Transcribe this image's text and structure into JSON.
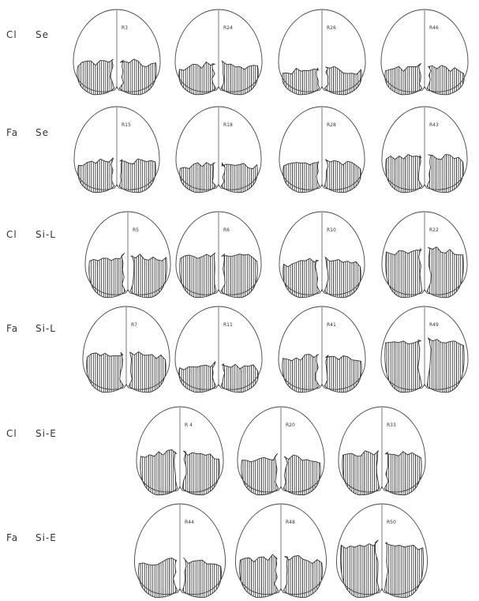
{
  "rows": [
    {
      "group": "Cl",
      "condition": "Se",
      "brains": [
        {
          "id": "R3",
          "lesion": 0.42
        },
        {
          "id": "R24",
          "lesion": 0.38
        },
        {
          "id": "R26",
          "lesion": 0.33
        },
        {
          "id": "R46",
          "lesion": 0.35
        }
      ]
    },
    {
      "group": "Fa",
      "condition": "Se",
      "brains": [
        {
          "id": "R15",
          "lesion": 0.4
        },
        {
          "id": "R18",
          "lesion": 0.36
        },
        {
          "id": "R28",
          "lesion": 0.38
        },
        {
          "id": "R43",
          "lesion": 0.45
        }
      ]
    },
    {
      "group": "Cl",
      "condition": "Si-L",
      "brains": [
        {
          "id": "R5",
          "lesion": 0.5
        },
        {
          "id": "R6",
          "lesion": 0.52
        },
        {
          "id": "R10",
          "lesion": 0.45
        },
        {
          "id": "R22",
          "lesion": 0.58
        }
      ]
    },
    {
      "group": "Fa",
      "condition": "Si-L",
      "brains": [
        {
          "id": "R7",
          "lesion": 0.48
        },
        {
          "id": "R11",
          "lesion": 0.35
        },
        {
          "id": "R41",
          "lesion": 0.45
        },
        {
          "id": "R49",
          "lesion": 0.62
        }
      ]
    },
    {
      "group": "Cl",
      "condition": "Si-E",
      "brains": [
        {
          "id": "R 4",
          "lesion": 0.5
        },
        {
          "id": "R20",
          "lesion": 0.45
        },
        {
          "id": "R33",
          "lesion": 0.5
        }
      ]
    },
    {
      "group": "Fa",
      "condition": "Si-E",
      "brains": [
        {
          "id": "R44",
          "lesion": 0.42
        },
        {
          "id": "R48",
          "lesion": 0.45
        },
        {
          "id": "R50",
          "lesion": 0.6
        }
      ]
    }
  ]
}
